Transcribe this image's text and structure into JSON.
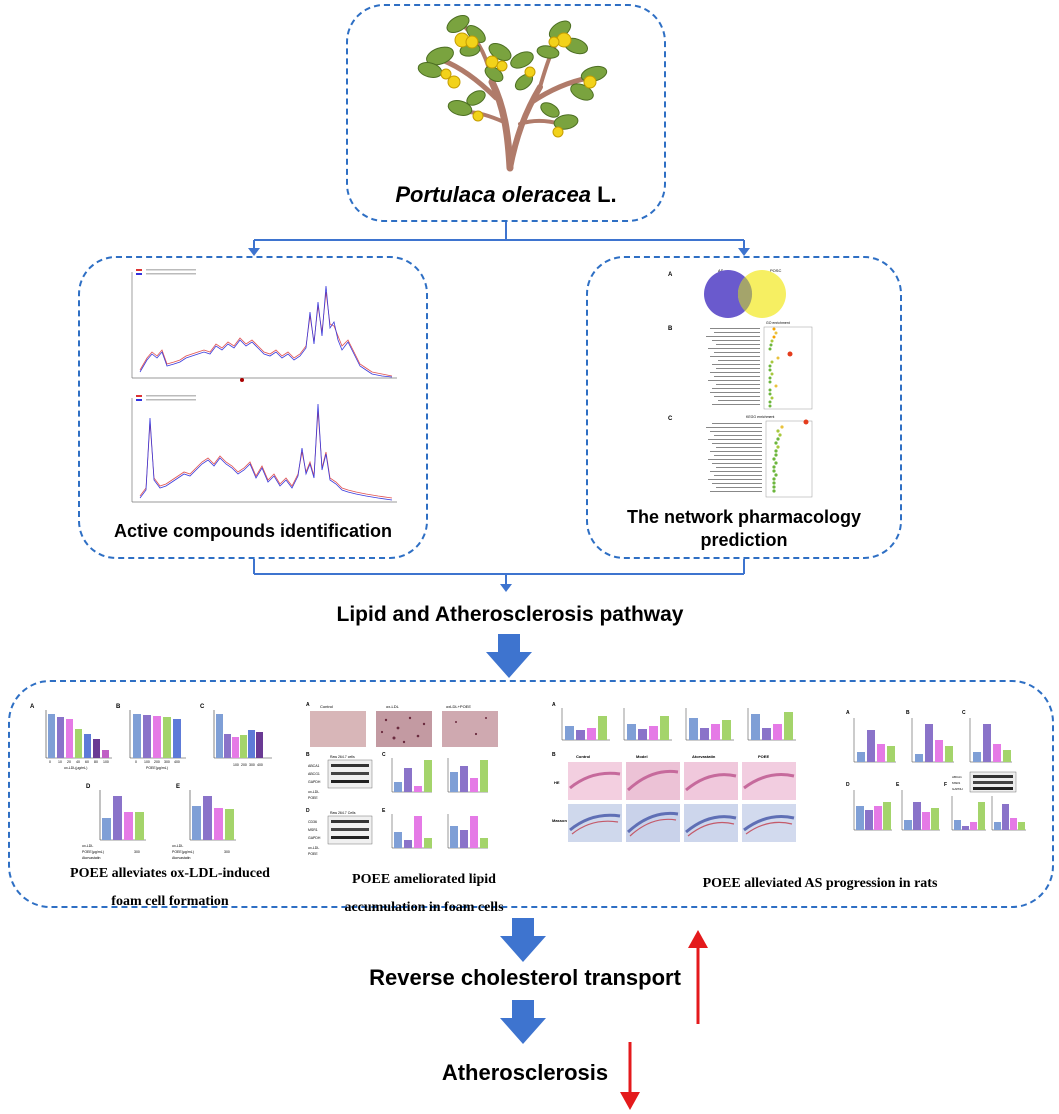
{
  "top": {
    "title_italic": "Portulaca oleracea",
    "title_suffix": " L."
  },
  "left_panel": {
    "caption": "Active compounds identification"
  },
  "right_panel": {
    "caption_line1": "The network pharmacology",
    "caption_line2": "prediction",
    "panel_a_label": "A",
    "panel_b_label": "B",
    "panel_c_label": "C",
    "venn_left": "AS",
    "venn_right": "POSC",
    "go_title": "GO enrichment",
    "kegg_title": "KEGG enrichment"
  },
  "pathway_label": "Lipid and Atherosclerosis pathway",
  "bottom_box": {
    "section1": {
      "caption_line1": "POEE alleviates ox-LDL-induced",
      "caption_line2": "foam cell formation",
      "labels": [
        "A",
        "B",
        "C",
        "D",
        "E"
      ],
      "axis_a": "ox-LDL(μg/mL)",
      "axis_b": "POEE(μg/mL)",
      "ticks_a": [
        "0",
        "10",
        "20",
        "40",
        "60",
        "80",
        "100"
      ],
      "ticks_b": [
        "0",
        "100",
        "200",
        "300",
        "400"
      ],
      "ticks_c": [
        "100",
        "200",
        "300",
        "400"
      ],
      "row_oxldl": "ox-LDL",
      "row_poee": "POEE(μg/mL)",
      "row_atorva": "Atorvastatin",
      "value_300": "300"
    },
    "section2": {
      "caption_line1": "POEE ameliorated lipid",
      "caption_line2": "accumulation in foam cells",
      "labels": [
        "A",
        "B",
        "C",
        "D",
        "E"
      ],
      "img_titles": [
        "Control",
        "ox-LDL",
        "oxLDL+POEE"
      ],
      "blot1_title": "Raw 264.7 cells",
      "blot1_rows": [
        "ABCA1",
        "ABCG1",
        "GAPDH"
      ],
      "blot2_title": "Raw 264.7 Cells",
      "blot2_rows": [
        "CD36",
        "MSR1",
        "GAPDH"
      ],
      "row_oxldl": "ox-LDL",
      "row_poee": "POEE"
    },
    "section3": {
      "caption": "POEE alleviated AS progression in rats",
      "labels": [
        "A",
        "B"
      ],
      "col_titles": [
        "Control",
        "Model",
        "Atorvastatin",
        "POEE"
      ],
      "stain_he": "HE",
      "stain_masson": "Masson"
    },
    "section4": {
      "labels": [
        "A",
        "B",
        "C",
        "D",
        "E",
        "F"
      ],
      "blot_rows": [
        "ABCA1",
        "MSR1",
        "GAPDH"
      ]
    }
  },
  "flow": {
    "reverse_label": "Reverse cholesterol transport",
    "athero_label": "Atherosclerosis"
  },
  "colors": {
    "box_border": "#2e6fc4",
    "arrow_blue": "#3e74cf",
    "arrow_red": "#e41a1c",
    "venn_left": "#6a5acd",
    "venn_right": "#f5ee5a",
    "bar_blue": "#7f9fd6",
    "bar_purple": "#8a73c9",
    "bar_pink": "#e57ae6",
    "bar_green": "#a4d46b"
  }
}
